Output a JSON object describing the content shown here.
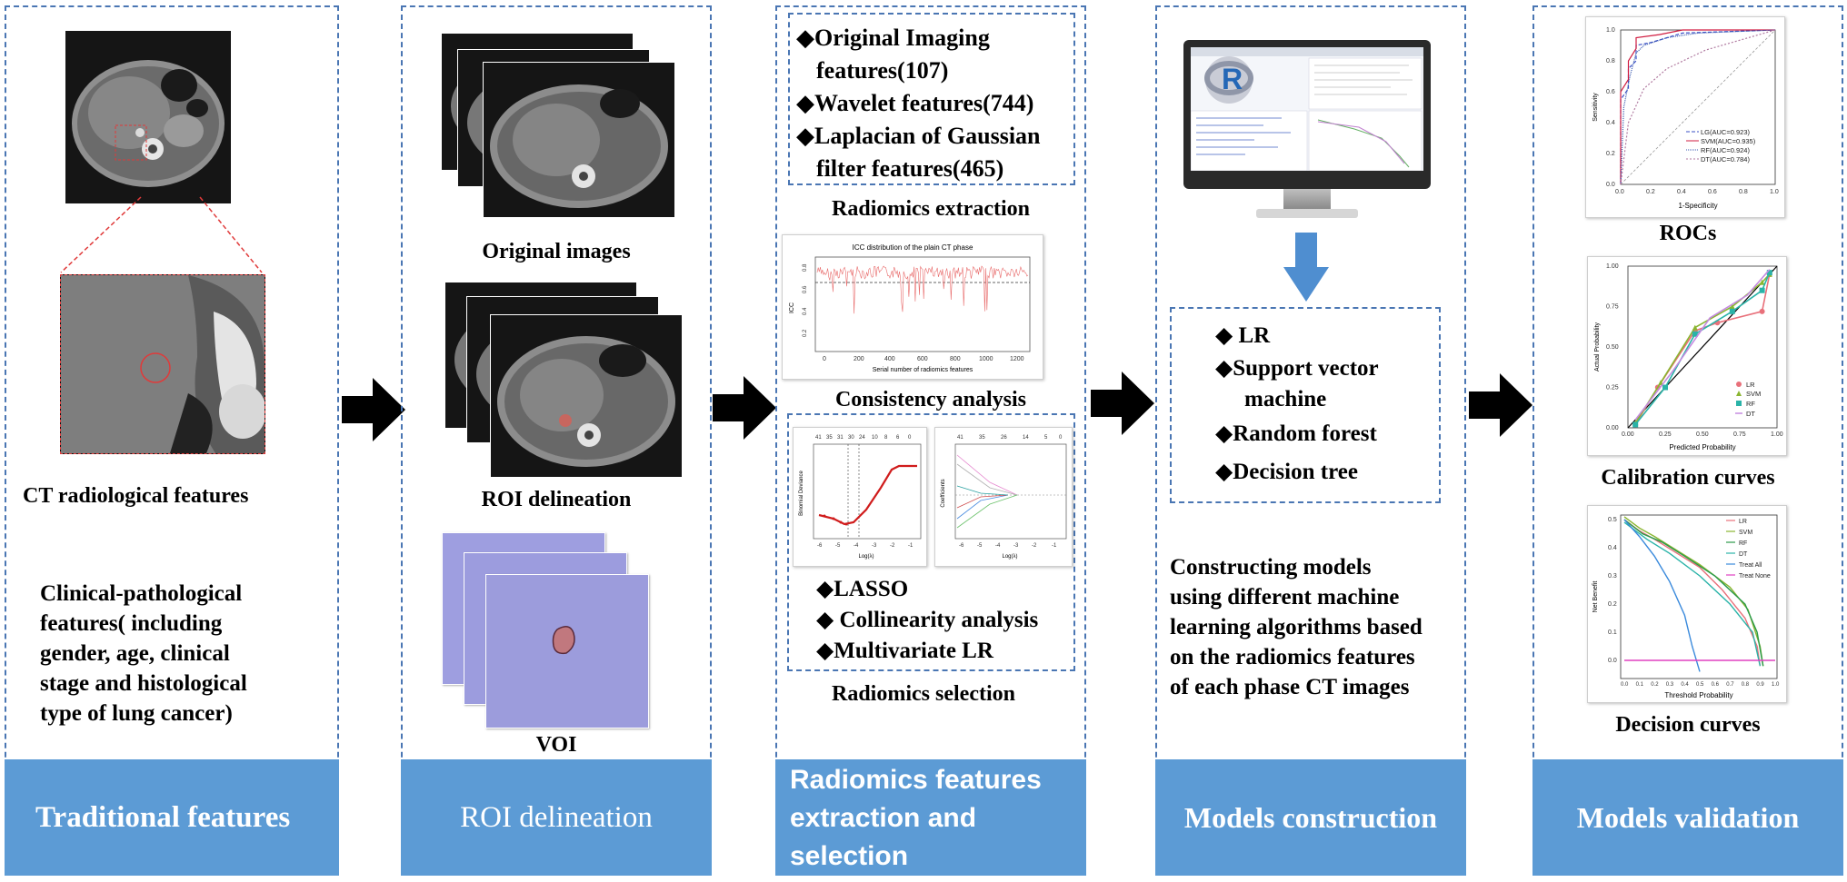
{
  "panel1": {
    "caption_ct": "CT radiological features",
    "clinical_text": [
      "Clinical-pathological",
      "features( including",
      "gender, age, clinical",
      "stage and histological",
      "type of lung cancer)"
    ],
    "footer": "Traditional features"
  },
  "panel2": {
    "caption_original": "Original images",
    "caption_roi": "ROI delineation",
    "caption_voi": "VOI",
    "footer": "ROI delineation"
  },
  "panel3": {
    "features": [
      "Original Imaging",
      "features(107)",
      "Wavelet features(744)",
      "Laplacian of Gaussian",
      "filter features(465)"
    ],
    "caption_extraction": "Radiomics extraction",
    "icc_title": "ICC distribution of the plain CT phase",
    "icc_xlabel": "Serial number of radiomics features",
    "icc_ylabel": "ICC",
    "icc_xticks": [
      "0",
      "200",
      "400",
      "600",
      "800",
      "1000",
      "1200"
    ],
    "icc_yticks": [
      "0.2",
      "0.4",
      "0.6",
      "0.8"
    ],
    "caption_consistency": "Consistency analysis",
    "lasso_top_ticks_left": [
      "41",
      "35",
      "31",
      "30",
      "24",
      "10",
      "8",
      "6",
      "0"
    ],
    "lasso_top_ticks_right": [
      "41",
      "35",
      "26",
      "14",
      "5",
      "0"
    ],
    "lasso_x_ticks": [
      "-6",
      "-5",
      "-4",
      "-3",
      "-2",
      "-1"
    ],
    "lasso_xlabel": "Log(λ)",
    "lasso_ylabel_left": "Binomial Deviance",
    "lasso_ylabel_right": "Coefficients",
    "selection": [
      "LASSO",
      "Collinearity analysis",
      "Multivariate LR"
    ],
    "caption_selection": "Radiomics selection",
    "footer": [
      "Radiomics features",
      "extraction and",
      "selection"
    ]
  },
  "panel4": {
    "models": [
      "LR",
      "Support vector",
      "machine",
      "Random forest",
      "Decision tree"
    ],
    "description": [
      "Constructing models",
      "using different machine",
      "learning algorithms based",
      "on the radiomics features",
      "of each phase CT images"
    ],
    "footer": "Models construction"
  },
  "panel5": {
    "roc": {
      "xlabel": "1-Specificity",
      "ylabel": "Sensitivity",
      "ticks": [
        "0.0",
        "0.2",
        "0.4",
        "0.6",
        "0.8",
        "1.0"
      ],
      "legend": [
        "LG(AUC=0.923)",
        "SVM(AUC=0.935)",
        "RF(AUC=0.924)",
        "DT(AUC=0.784)"
      ]
    },
    "caption_roc": "ROCs",
    "calibration": {
      "xlabel": "Predicted Probability",
      "ylabel": "Actual Probability",
      "ticks": [
        "0.00",
        "0.25",
        "0.50",
        "0.75",
        "1.00"
      ],
      "legend": [
        "LR",
        "SVM",
        "RF",
        "DT"
      ]
    },
    "caption_calibration": "Calibration curves",
    "decision": {
      "xlabel": "Threshold Probability",
      "ylabel": "Net Benefit",
      "xticks": [
        "0.0",
        "0.1",
        "0.2",
        "0.3",
        "0.4",
        "0.5",
        "0.6",
        "0.7",
        "0.8",
        "0.9",
        "1.0"
      ],
      "yticks": [
        "0.0",
        "0.1",
        "0.2",
        "0.3",
        "0.4",
        "0.5"
      ],
      "legend": [
        "LR",
        "SVM",
        "RF",
        "DT",
        "Treat All",
        "Treat None"
      ]
    },
    "caption_decision": "Decision curves",
    "footer": "Models validation"
  },
  "colors": {
    "dashed_border": "#4a76b3",
    "footer_fill": "#5c9bd5",
    "arrow_down": "#4f8ed0",
    "lr": "#e8707a",
    "svm": "#8ab530",
    "rf": "#2ab3a8",
    "dt": "#c58ae0"
  }
}
